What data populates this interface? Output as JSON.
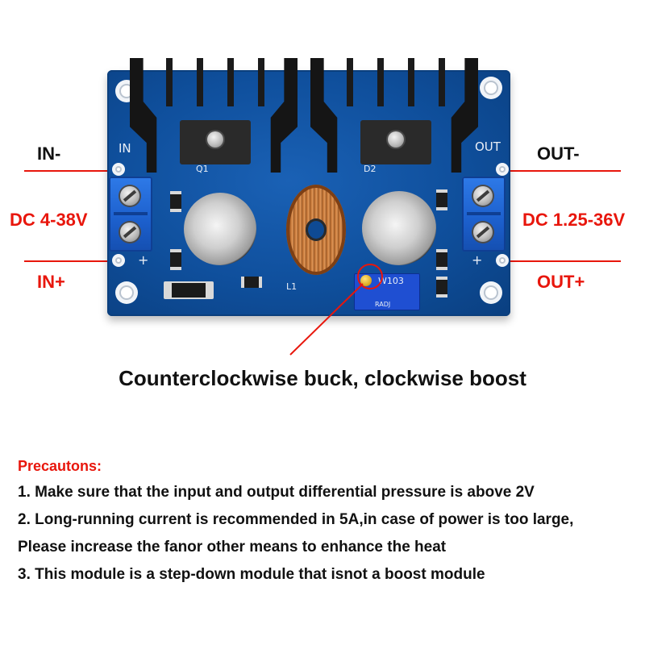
{
  "labels": {
    "in_minus": "IN-",
    "in_plus": "IN+",
    "input_voltage": "DC 4-38V",
    "out_minus": "OUT-",
    "out_plus": "OUT+",
    "output_voltage": "DC 1.25-36V"
  },
  "board_silkscreen": {
    "in": "IN",
    "out": "OUT",
    "q1": "Q1",
    "d2": "D2",
    "l1": "L1",
    "pot_code": "W103",
    "radj": "RADJ",
    "plus": "+"
  },
  "caption": "Counterclockwise buck, clockwise boost",
  "precautions": {
    "title": "Precautons:",
    "lines": [
      "1. Make sure that the input and output differential pressure is above 2V",
      "2. Long-running current is recommended in 5A,in case of power is too large,",
      "Please increase the fanor other means to enhance the heat",
      "3. This module is a step-down module that isnot a boost module"
    ]
  },
  "colors": {
    "accent_red": "#e8160c",
    "board_blue": "#1a61b5",
    "terminal_blue": "#2e7ae8",
    "text_dark": "#111111"
  }
}
